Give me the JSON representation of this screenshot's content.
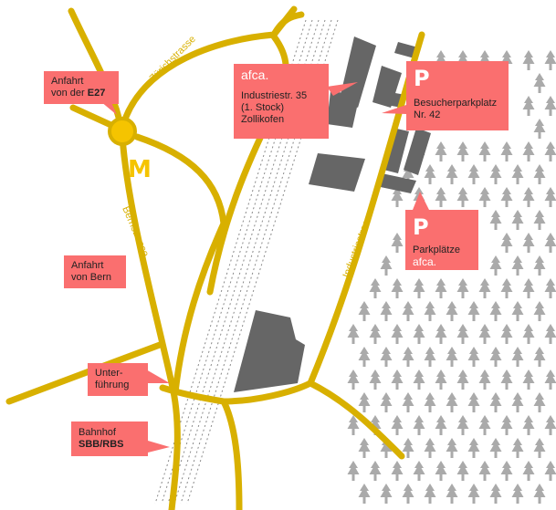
{
  "colors": {
    "road": "#d8b000",
    "callout": "#fa6f6f",
    "building": "#666666",
    "tree": "#aaaaaa",
    "rail": "#888888",
    "mcdonalds": "#f5c400"
  },
  "icons": {
    "mcdonalds": "mcdonalds-logo"
  },
  "streets": {
    "zurich": "Zürichstrasse",
    "bern": "Bernstrasse",
    "industrie": "Industriestrasse"
  },
  "callouts": {
    "e27": {
      "line1": "Anfahrt",
      "line2_prefix": "von der ",
      "line2_bold": "E27"
    },
    "bern": {
      "line1": "Anfahrt",
      "line2": "von Bern"
    },
    "unterfuehrung": {
      "line1": "Unter-",
      "line2": "führung"
    },
    "bahnhof": {
      "line1": "Bahnhof",
      "line2": "SBB/RBS"
    },
    "afca": {
      "title": "afca.",
      "line1": "Industriestr. 35",
      "line2": "(1. Stock)",
      "line3": "Zollikofen"
    },
    "besucher": {
      "symbol": "P",
      "line1": "Besucherparkplatz",
      "line2": "Nr. 42"
    },
    "parkplaetze": {
      "symbol": "P",
      "line1": "Parkplätze",
      "line2": "afca."
    }
  }
}
